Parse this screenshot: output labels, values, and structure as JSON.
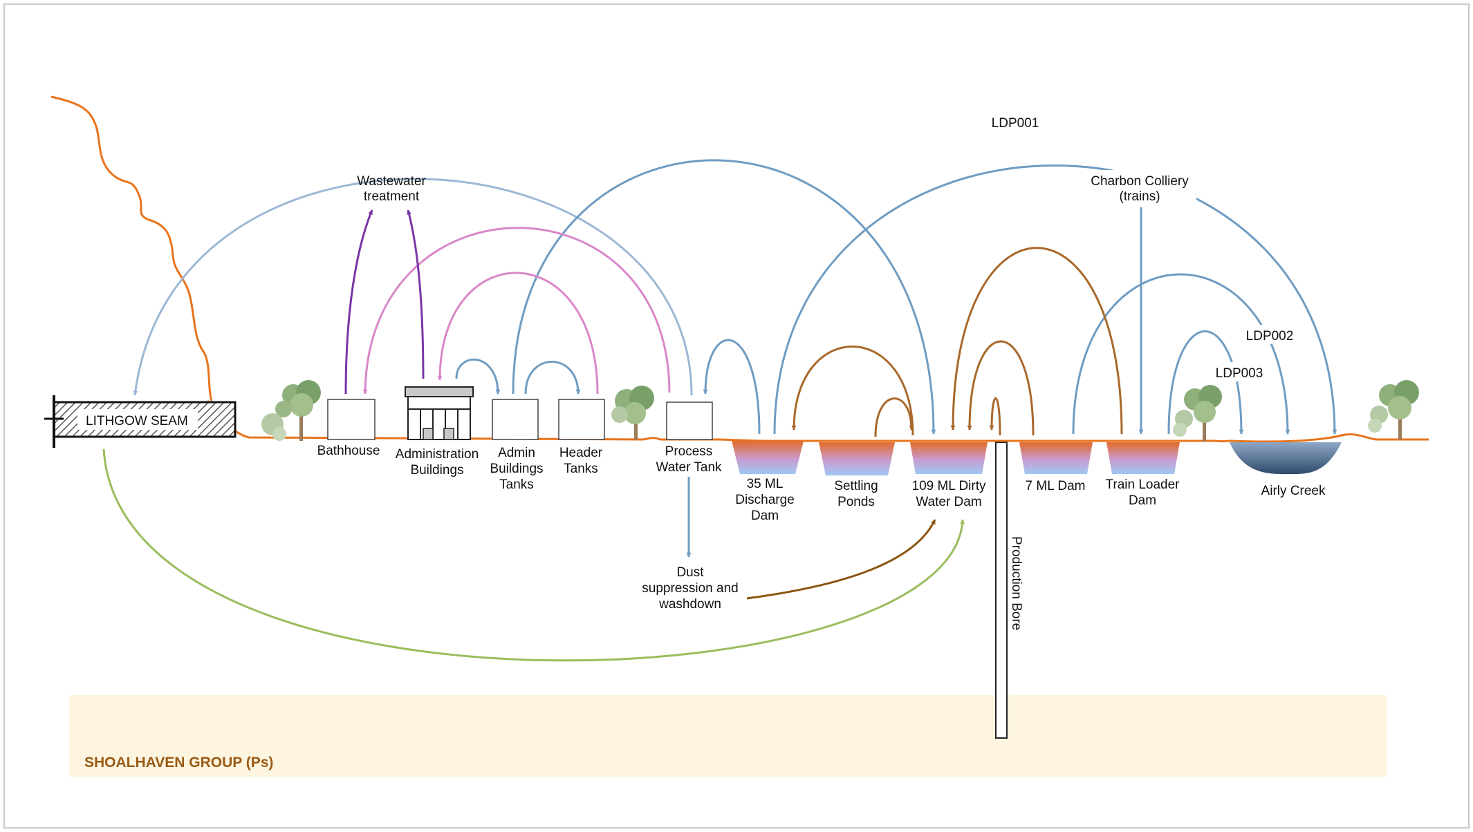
{
  "labels": {
    "lithgow_seam": "LITHGOW SEAM",
    "wastewater_1": "Wastewater",
    "wastewater_2": "treatment",
    "ldp001": "LDP001",
    "charbon_1": "Charbon Colliery",
    "charbon_2": "(trains)",
    "ldp002": "LDP002",
    "ldp003": "LDP003",
    "bathhouse": "Bathhouse",
    "admin_1": "Administration",
    "admin_2": "Buildings",
    "admin_tanks_1": "Admin",
    "admin_tanks_2": "Buildings",
    "admin_tanks_3": "Tanks",
    "header_1": "Header",
    "header_2": "Tanks",
    "process_1": "Process",
    "process_2": "Water Tank",
    "discharge_1": "35 ML",
    "discharge_2": "Discharge",
    "discharge_3": "Dam",
    "settling_1": "Settling",
    "settling_2": "Ponds",
    "dirty_1": "109 ML Dirty",
    "dirty_2": "Water Dam",
    "dam7": "7 ML Dam",
    "trainloader_1": "Train Loader",
    "trainloader_2": "Dam",
    "airly": "Airly Creek",
    "dust_1": "Dust",
    "dust_2": "suppression and",
    "dust_3": "washdown",
    "production_bore": "Production Bore",
    "shoalhaven": "SHOALHAVEN GROUP (Ps)"
  },
  "colors": {
    "ground": "#e8731c",
    "light_blue": "#9db7d6",
    "steel_blue": "#6e9cc2",
    "pink": "#d987c9",
    "purple": "#7a35a6",
    "brown": "#a8682b",
    "dark_brown": "#8a5510",
    "green": "#9bbd5e",
    "geology_fill": "#fdf5e0",
    "geology_text": "#9a5a14"
  }
}
